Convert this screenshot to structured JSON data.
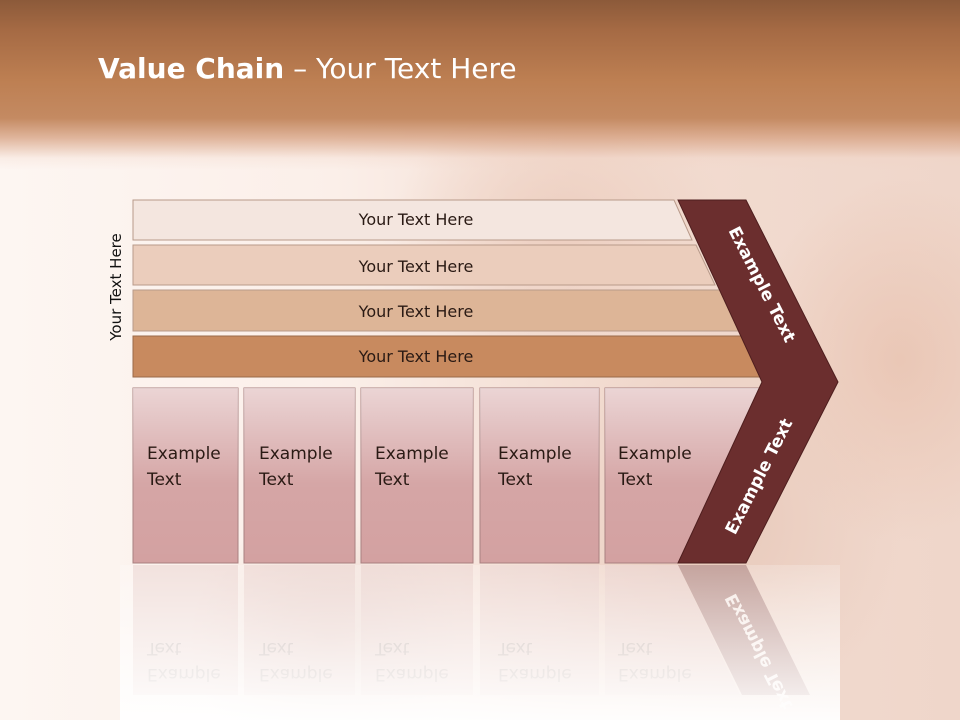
{
  "slide": {
    "title_bold": "Value Chain",
    "title_rest": " – Your Text Here",
    "side_label": "Your Text Here"
  },
  "support_bars": [
    {
      "label": "Your Text Here",
      "color": "#f4e6df"
    },
    {
      "label": "Your Text Here",
      "color": "#ebcdbc"
    },
    {
      "label": "Your Text Here",
      "color": "#ddb597"
    },
    {
      "label": "Your Text Here",
      "color": "#c88a5f"
    }
  ],
  "primary_boxes": [
    {
      "line1": "Example",
      "line2": "Text"
    },
    {
      "line1": "Example",
      "line2": "Text"
    },
    {
      "line1": "Example",
      "line2": "Text"
    },
    {
      "line1": "Example",
      "line2": "Text"
    },
    {
      "line1": "Example",
      "line2": "Text"
    }
  ],
  "margin_arrow": {
    "upper_label": "Example Text",
    "lower_label": "Example Text",
    "color": "#6b2e2e"
  },
  "colors": {
    "header": "#bd7f52",
    "box_fill": "#d3a1a1",
    "box_stroke": "#a88080"
  }
}
